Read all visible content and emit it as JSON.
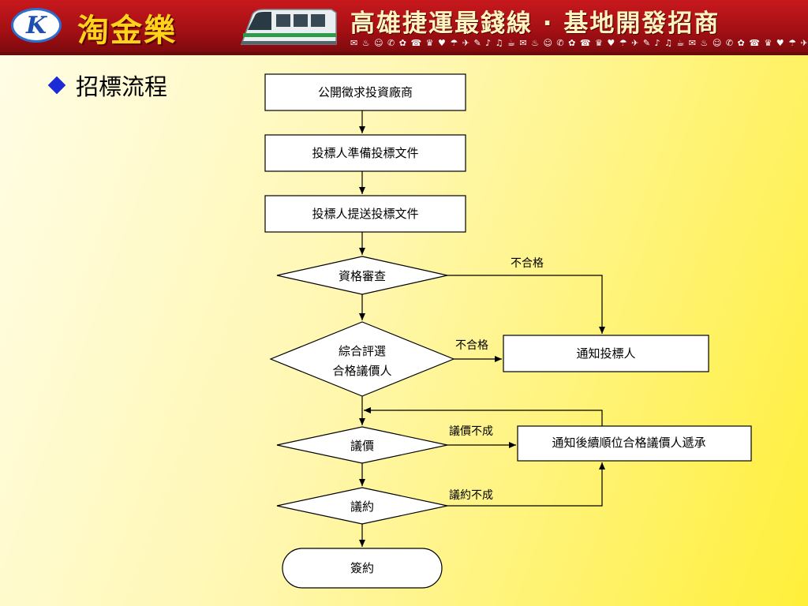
{
  "header": {
    "logo_letter": "K",
    "logo_text": "淘金樂",
    "tagline": "高雄捷運最錢線 · 基地開發招商",
    "icon_strip": "✉ ♨ ☺ ✆ ✿ ☎ ♛ ♥ ☂ ✈ ✎ ♪ ♫ ☕ ✉ ♨ ☺ ✆ ✿ ☎ ♛ ♥ ☂ ✈ ✎ ♪ ♫ ☕ ✉ ♨ ☺ ✆ ✿ ☎ ♛ ♥ ☂ ✈ ✎ ♪"
  },
  "slide": {
    "title": "招標流程"
  },
  "flow": {
    "step1": "公開徵求投資廠商",
    "step2": "投標人準備投標文件",
    "step3": "投標人提送投標文件",
    "decision1": "資格審查",
    "decision2_line1": "綜合評選",
    "decision2_line2": "合格議價人",
    "notify": "通知投標人",
    "decision3": "議價",
    "next_bidder": "通知後續順位合格議價人遞承",
    "decision4": "議約",
    "end": "簽約",
    "label_fail1": "不合格",
    "label_fail2": "不合格",
    "label_price_fail": "議價不成",
    "label_contract_fail": "議約不成"
  },
  "colors": {
    "banner_red": "#c8191d",
    "logo_yellow": "#ffd21c",
    "bullet_blue": "#1b2bd6"
  }
}
